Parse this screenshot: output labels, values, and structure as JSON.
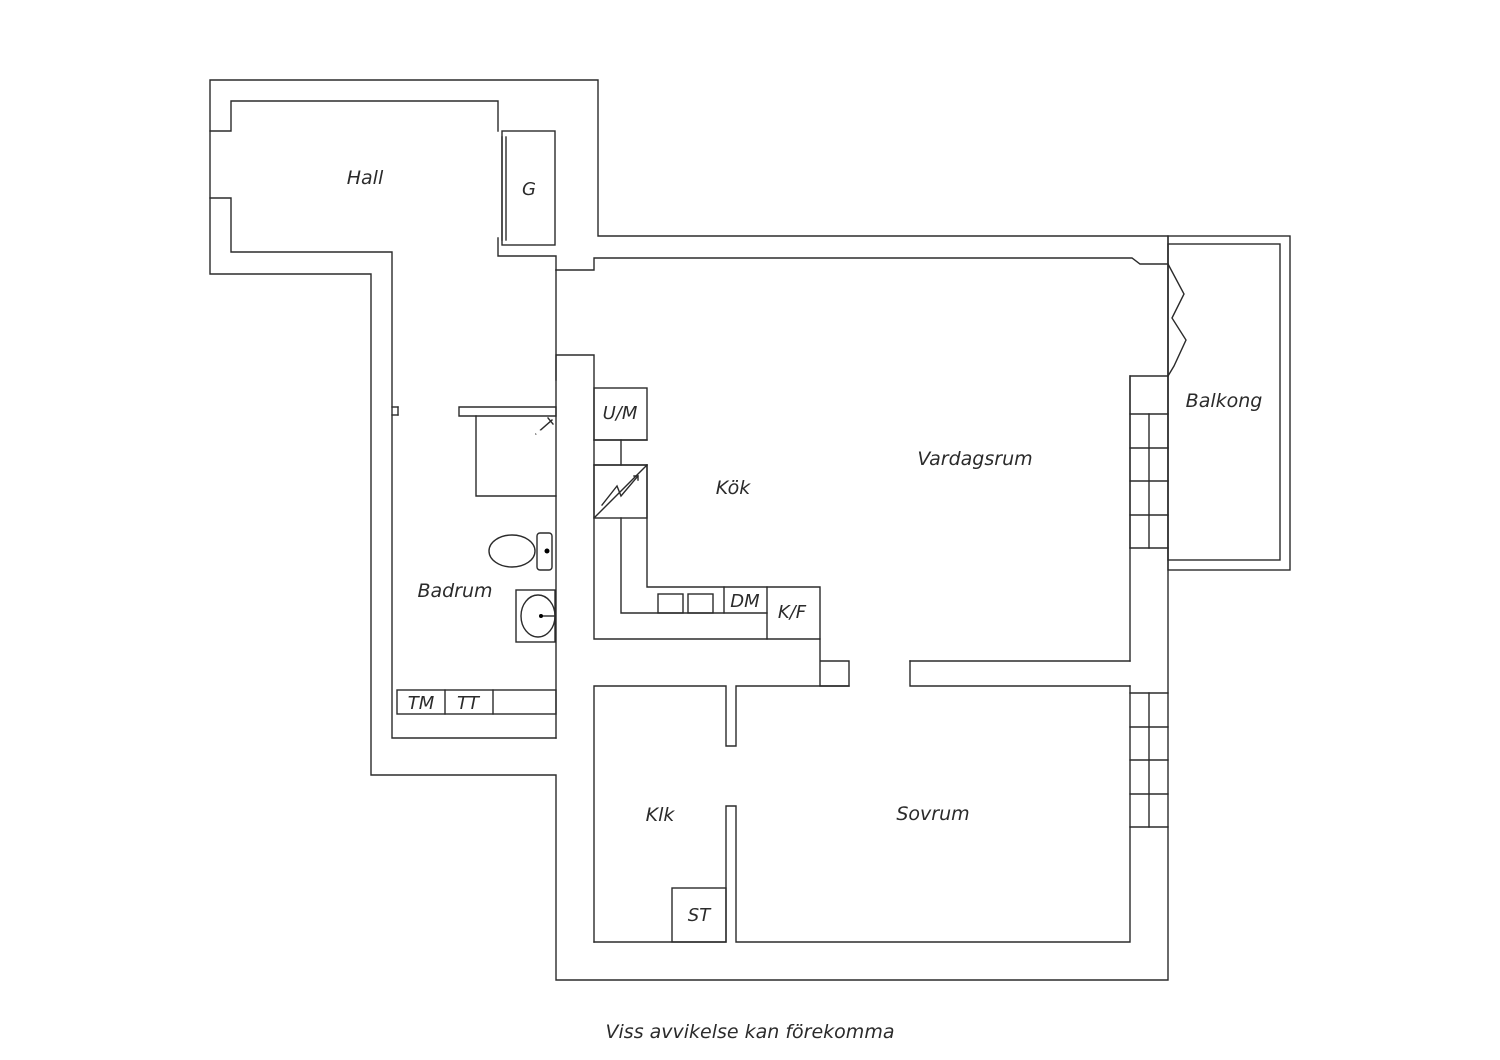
{
  "rooms": {
    "hall": "Hall",
    "badrum": "Badrum",
    "kok": "Kök",
    "vardagsrum": "Vardagsrum",
    "balkong": "Balkong",
    "klk": "Klk",
    "sovrum": "Sovrum"
  },
  "fixtures": {
    "garderob": "G",
    "ugn_mikro": "U/M",
    "diskmaskin": "DM",
    "kyl_frys": "K/F",
    "tvattmaskin": "TM",
    "torktumlare": "TT",
    "stadskap": "ST"
  },
  "footer": {
    "disclaimer": "Viss avvikelse kan förekomma"
  }
}
